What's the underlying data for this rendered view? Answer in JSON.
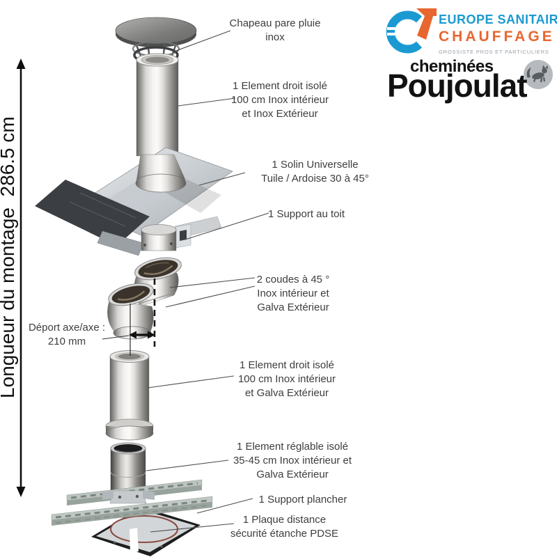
{
  "measurements": {
    "total_length": "Longueur du montage  286.5 cm",
    "offset": "Déport axe/axe :\n210 mm"
  },
  "parts": [
    {
      "id": "rain-cap",
      "label": "Chapeau pare pluie\ninox"
    },
    {
      "id": "straight-element-inox",
      "label": "1 Element droit isolé\n100 cm Inox intérieur\net Inox Extérieur"
    },
    {
      "id": "universal-flashing",
      "label": "1 Solin Universelle\nTuile / Ardoise 30 à 45°"
    },
    {
      "id": "roof-support",
      "label": "1 Support au toit"
    },
    {
      "id": "elbows-45",
      "label": "2 coudes à 45 °\nInox intérieur et\nGalva Extérieur"
    },
    {
      "id": "straight-element-galva",
      "label": "1 Element droit isolé\n100 cm Inox intérieur\net Galva Extérieur"
    },
    {
      "id": "adjustable-element",
      "label": "1 Element réglable isolé\n35-45 cm Inox intérieur et\nGalva Extérieur"
    },
    {
      "id": "floor-support",
      "label": "1 Support plancher"
    },
    {
      "id": "safety-plate",
      "label": "1 Plaque distance\nsécurité étanche PDSE"
    }
  ],
  "branding": {
    "retailer_line1": "EUROPE SANITAIRE",
    "retailer_line2": "CHAUFFAGE",
    "retailer_line3": "GROSSISTE PROS ET PARTICULIERS",
    "brand_sub": "cheminées",
    "brand_main": "Poujoulat",
    "icons": {
      "mark": "europe-sanitaire-mark-icon",
      "cat": "cat-icon"
    },
    "colors": {
      "blue": "#1b9ad2",
      "orange": "#e8662f",
      "tagline_gray": "#99a0a8",
      "brand_black": "#121212"
    }
  }
}
